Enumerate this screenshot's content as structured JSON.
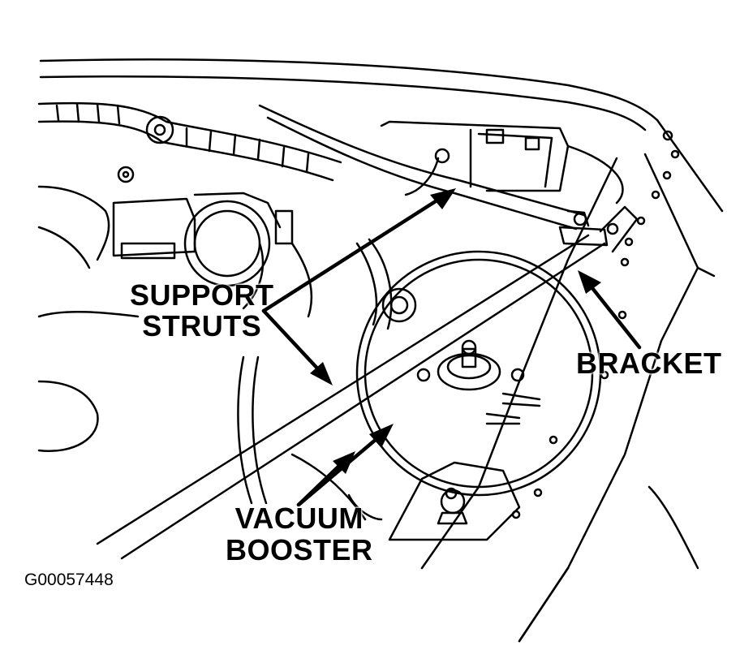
{
  "labels": {
    "support_struts_line1": "SUPPORT",
    "support_struts_line2": "STRUTS",
    "bracket": "BRACKET",
    "vacuum_booster_line1": "VACUUM",
    "vacuum_booster_line2": "BOOSTER"
  },
  "figure_id": "G00057448",
  "colors": {
    "ink": "#000000",
    "paper": "#ffffff"
  }
}
